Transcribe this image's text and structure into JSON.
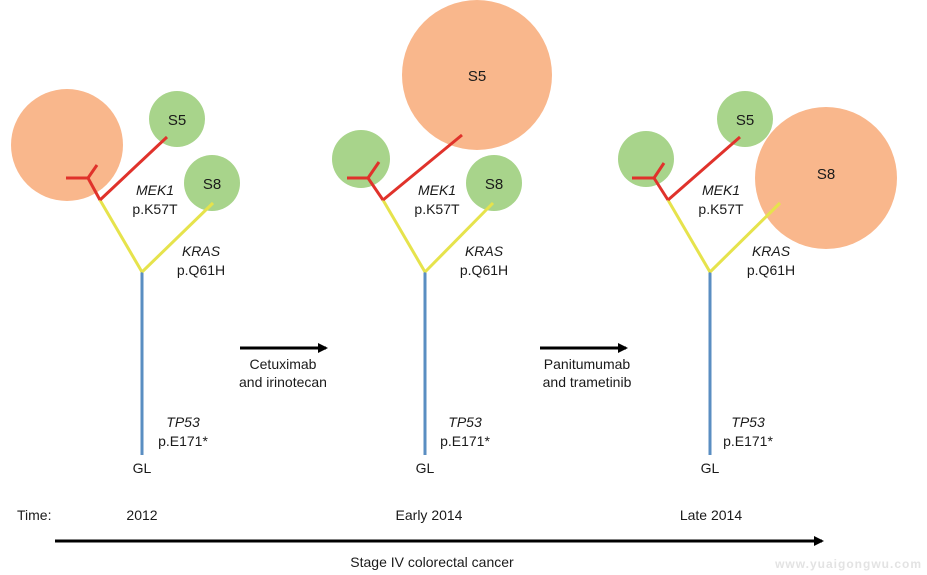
{
  "colors": {
    "expanded_subclone": "#f9b78c",
    "minor_subclone": "#a8d48b",
    "trunk": "#5a8ec2",
    "kras_branch": "#e6e34c",
    "mek1_branch": "#e0322b"
  },
  "panels": [
    {
      "nodes": [
        "S5",
        "S8"
      ],
      "dominant": "unlabeled",
      "kras_label": "KRAS",
      "kras_mut": "p.Q61H",
      "mek1_label": "MEK1",
      "mek1_mut": "p.K57T",
      "tp53_label": "TP53",
      "tp53_mut": "p.E171*",
      "root_label": "GL"
    },
    {
      "nodes": [
        "S5",
        "S8"
      ],
      "dominant": "S5",
      "kras_label": "KRAS",
      "kras_mut": "p.Q61H",
      "mek1_label": "MEK1",
      "mek1_mut": "p.K57T",
      "tp53_label": "TP53",
      "tp53_mut": "p.E171*",
      "root_label": "GL"
    },
    {
      "nodes": [
        "S5",
        "S8"
      ],
      "dominant": "S8",
      "kras_label": "KRAS",
      "kras_mut": "p.Q61H",
      "mek1_label": "MEK1",
      "mek1_mut": "p.K57T",
      "tp53_label": "TP53",
      "tp53_mut": "p.E171*",
      "root_label": "GL"
    }
  ],
  "treatments": [
    {
      "line1": "Cetuximab",
      "line2": "and irinotecan"
    },
    {
      "line1": "Panitumumab",
      "line2": "and trametinib"
    }
  ],
  "timeline": {
    "label": "Time:",
    "points": [
      "2012",
      "Early 2014",
      "Late 2014"
    ],
    "axis_label": "Stage IV colorectal cancer"
  },
  "watermark": "www.yuaigongwu.com"
}
